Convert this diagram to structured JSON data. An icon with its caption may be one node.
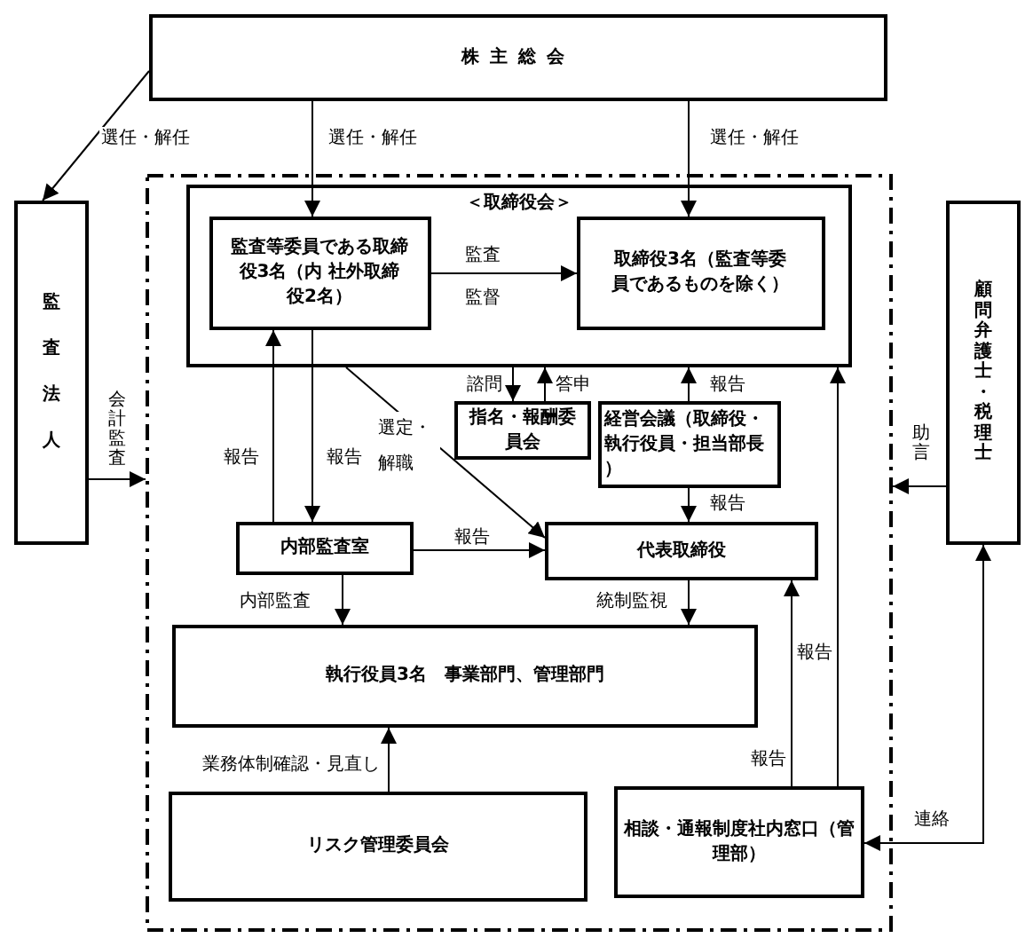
{
  "diagram": {
    "nodes": [
      {
        "text": [
          "株主総会"
        ]
      },
      {
        "text": [],
        "shape": "box"
      },
      {
        "text": [
          "監査法人"
        ]
      },
      {
        "text": [
          "顧問弁護士・税理士"
        ]
      },
      {
        "text": [
          "＜取締役会＞"
        ],
        "in": 1
      },
      {
        "text": [
          "監査等委員である取締役3名（内 社外取締役2名）"
        ],
        "in": 4
      },
      {
        "text": [
          "取締役3名（監査等委員であるものを除く）"
        ],
        "in": 4
      },
      {
        "text": [
          "指名・報酬委員会"
        ],
        "in": 1
      },
      {
        "text": [
          "経営会議（取締役・執行役員・担当部長）"
        ],
        "in": 1
      },
      {
        "text": [
          "内部監査室"
        ],
        "in": 1
      },
      {
        "text": [
          "代表取締役"
        ],
        "in": 1
      },
      {
        "text": [
          "執行役員3名　事業部門、管理部門"
        ],
        "in": 1
      },
      {
        "text": [
          "リスク管理委員会"
        ],
        "in": 1
      },
      {
        "text": [
          "相談・通報制度社内窓口（管理部）"
        ],
        "in": 1
      }
    ],
    "edges": [
      {
        "from": 0,
        "to": 2,
        "arrow": "to",
        "label": "選任・解任"
      },
      {
        "from": 0,
        "to": 5,
        "arrow": "to",
        "label": "選任・解任"
      },
      {
        "from": 0,
        "to": 6,
        "arrow": "to",
        "label": "選任・解任"
      },
      {
        "from": 5,
        "to": 6,
        "arrow": "to",
        "label": "監査"
      },
      {
        "from": 2,
        "to": 1,
        "arrow": "to",
        "label": "会計監査"
      },
      {
        "from": 3,
        "to": 1,
        "arrow": "to",
        "label": "助言"
      },
      {
        "from": 13,
        "to": 3,
        "arrow": "both",
        "label": "連絡"
      },
      {
        "from": 5,
        "to": 9,
        "arrow": "to",
        "label": "報告"
      },
      {
        "from": 9,
        "to": 5,
        "arrow": "to",
        "label": "報告"
      },
      {
        "from": 4,
        "to": 10,
        "arrow": "to",
        "label": "選定・解職"
      },
      {
        "from": 4,
        "to": 7,
        "arrow": "to",
        "label": "諮問"
      },
      {
        "from": 7,
        "to": 4,
        "arrow": "to",
        "label": "答申"
      },
      {
        "from": 8,
        "to": 4,
        "arrow": "to",
        "label": "報告"
      },
      {
        "from": 8,
        "to": 10,
        "arrow": "to",
        "label": "報告"
      },
      {
        "from": 9,
        "to": 10,
        "arrow": "to",
        "label": "報告"
      },
      {
        "from": 9,
        "to": 11,
        "arrow": "to",
        "label": "内部監査"
      },
      {
        "from": 10,
        "to": 11,
        "arrow": "to",
        "label": "統制監視"
      },
      {
        "from": 12,
        "to": 11,
        "arrow": "to",
        "label": "業務体制確認・見直し"
      },
      {
        "from": 13,
        "to": 10,
        "arrow": "to",
        "label": "報告"
      },
      {
        "from": 13,
        "to": 4,
        "arrow": "to",
        "label": "報告"
      }
    ],
    "labels": [
      "監督"
    ]
  }
}
